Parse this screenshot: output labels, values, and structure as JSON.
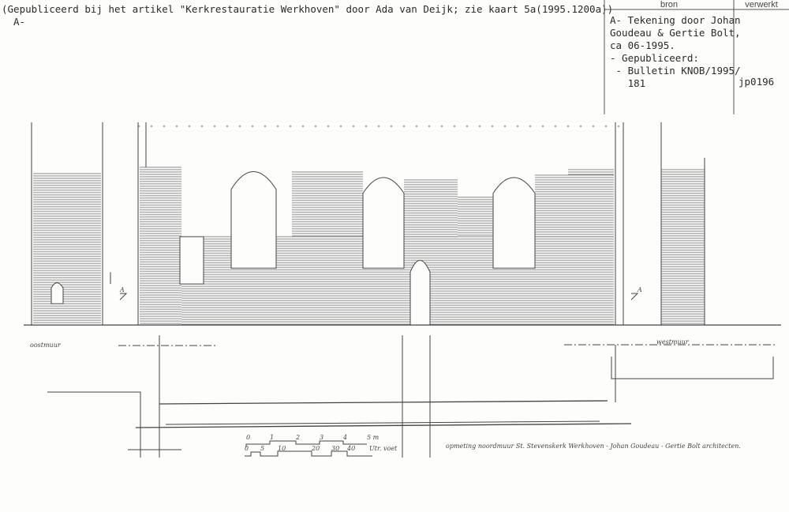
{
  "caption": "(Gepubliceerd bij het artikel \"Kerkrestauratie Werkhoven\" door Ada van Deijk; zie kaart 5a(1995.1200a))",
  "caption_ref": "A-",
  "table": {
    "col_source": "bron",
    "col_processed": "verwerkt",
    "source_lines": [
      "A- Tekening door Johan",
      "Goudeau & Gertie Bolt,",
      "ca 06-1995.",
      "- Gepubliceerd:",
      " - Bulletin KNOB/1995/",
      "   181"
    ],
    "processed": "jp0196"
  },
  "drawing": {
    "east_label": "oostmuur",
    "west_label": "westmuur",
    "section_marker": "A",
    "title": "opmeting noordmuur St. Stevenskerk Werkhoven - Johan Goudeau - Gertie Bolt architecten.",
    "scale_m": [
      "0",
      "1",
      "2",
      "3",
      "4",
      "5 m"
    ],
    "scale_voet": [
      "0",
      "5",
      "10",
      "20",
      "30",
      "40",
      "Utr. voet"
    ]
  }
}
